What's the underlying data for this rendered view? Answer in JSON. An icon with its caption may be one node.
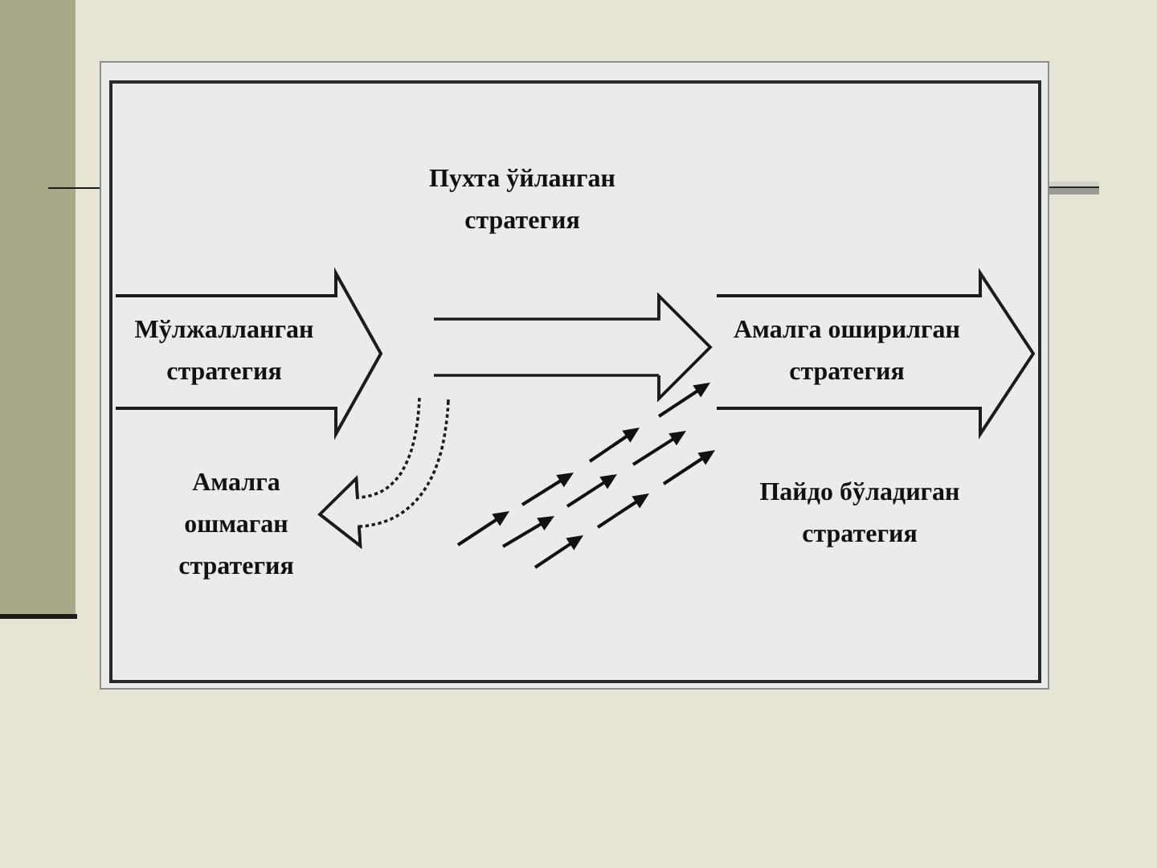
{
  "diagram": {
    "nodes": [
      {
        "text": [
          "Мўлжалланган стратегия"
        ]
      },
      {
        "text": [
          "Амалга оширилган стратегия"
        ]
      },
      {
        "text": [
          "Амалга ошмаган стратегия"
        ]
      }
    ],
    "edges": [
      {
        "from": 0,
        "to": 1,
        "arrow": "to",
        "label": "Пухта ўйланган стратегия"
      },
      {
        "from": 0,
        "to": 2,
        "arrow": "to",
        "style": "dashed"
      }
    ],
    "labels": [
      "Пайдо бўладиган стратегия"
    ]
  }
}
